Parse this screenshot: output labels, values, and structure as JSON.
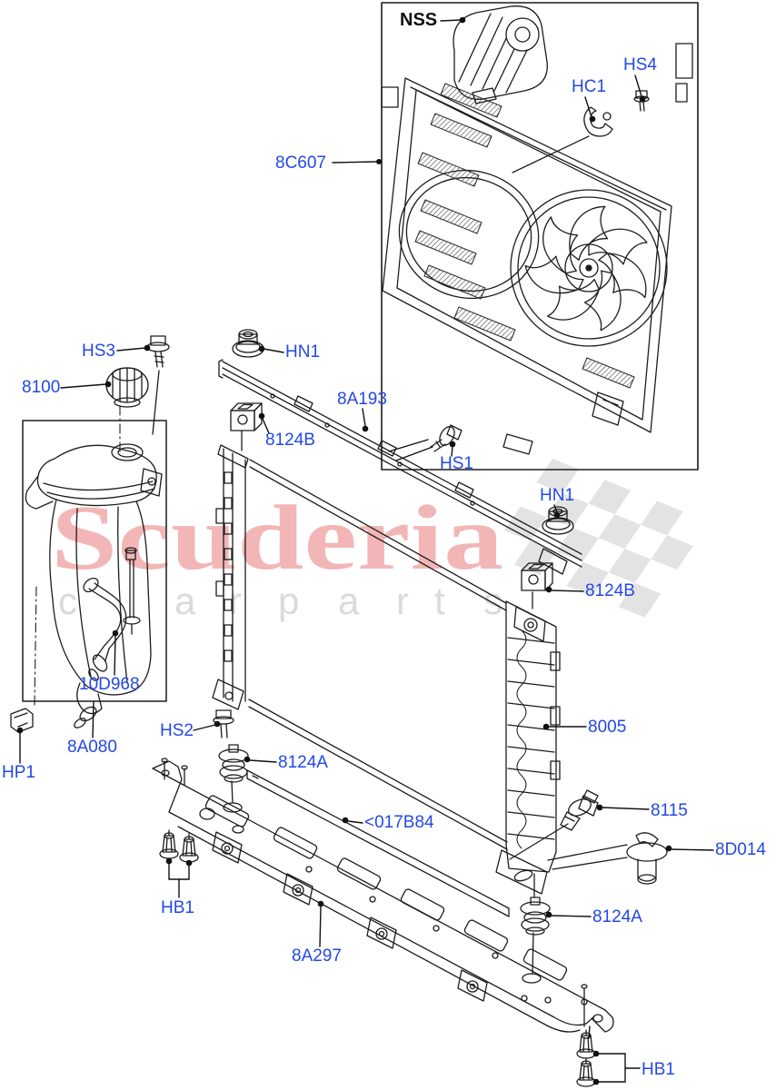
{
  "watermark": {
    "brand": "Scuderia",
    "letters": [
      "c",
      "a",
      "r",
      "p",
      "a",
      "r",
      "t",
      "s"
    ]
  },
  "colors": {
    "accent_blue": "#2348e6",
    "line": "#1c1c1c",
    "watermark_pink": "#f3b6b6",
    "watermark_gray": "#dadada",
    "flag_gray": "#e3e3e3"
  },
  "callouts": {
    "nss": "NSS",
    "hc1": "HC1",
    "hs4": "HS4",
    "fan_shroud": "8C607",
    "hs3": "HS3",
    "hn1_top": "HN1",
    "cap": "8100",
    "top_bar": "8A193",
    "bracket_left": "8124B",
    "hs1": "HS1",
    "hn1_right": "HN1",
    "bracket_right": "8124B",
    "hose": "10D968",
    "radiator": "8005",
    "hs2": "HS2",
    "tank_box": "8A080",
    "mount_left": "8124A",
    "hp1": "HP1",
    "sensor": "8115",
    "seal_strip": "<017B84",
    "drain_plug": "8D014",
    "hb1_left": "HB1",
    "mount_right": "8124A",
    "deflector": "8A297",
    "hb1_right": "HB1"
  }
}
